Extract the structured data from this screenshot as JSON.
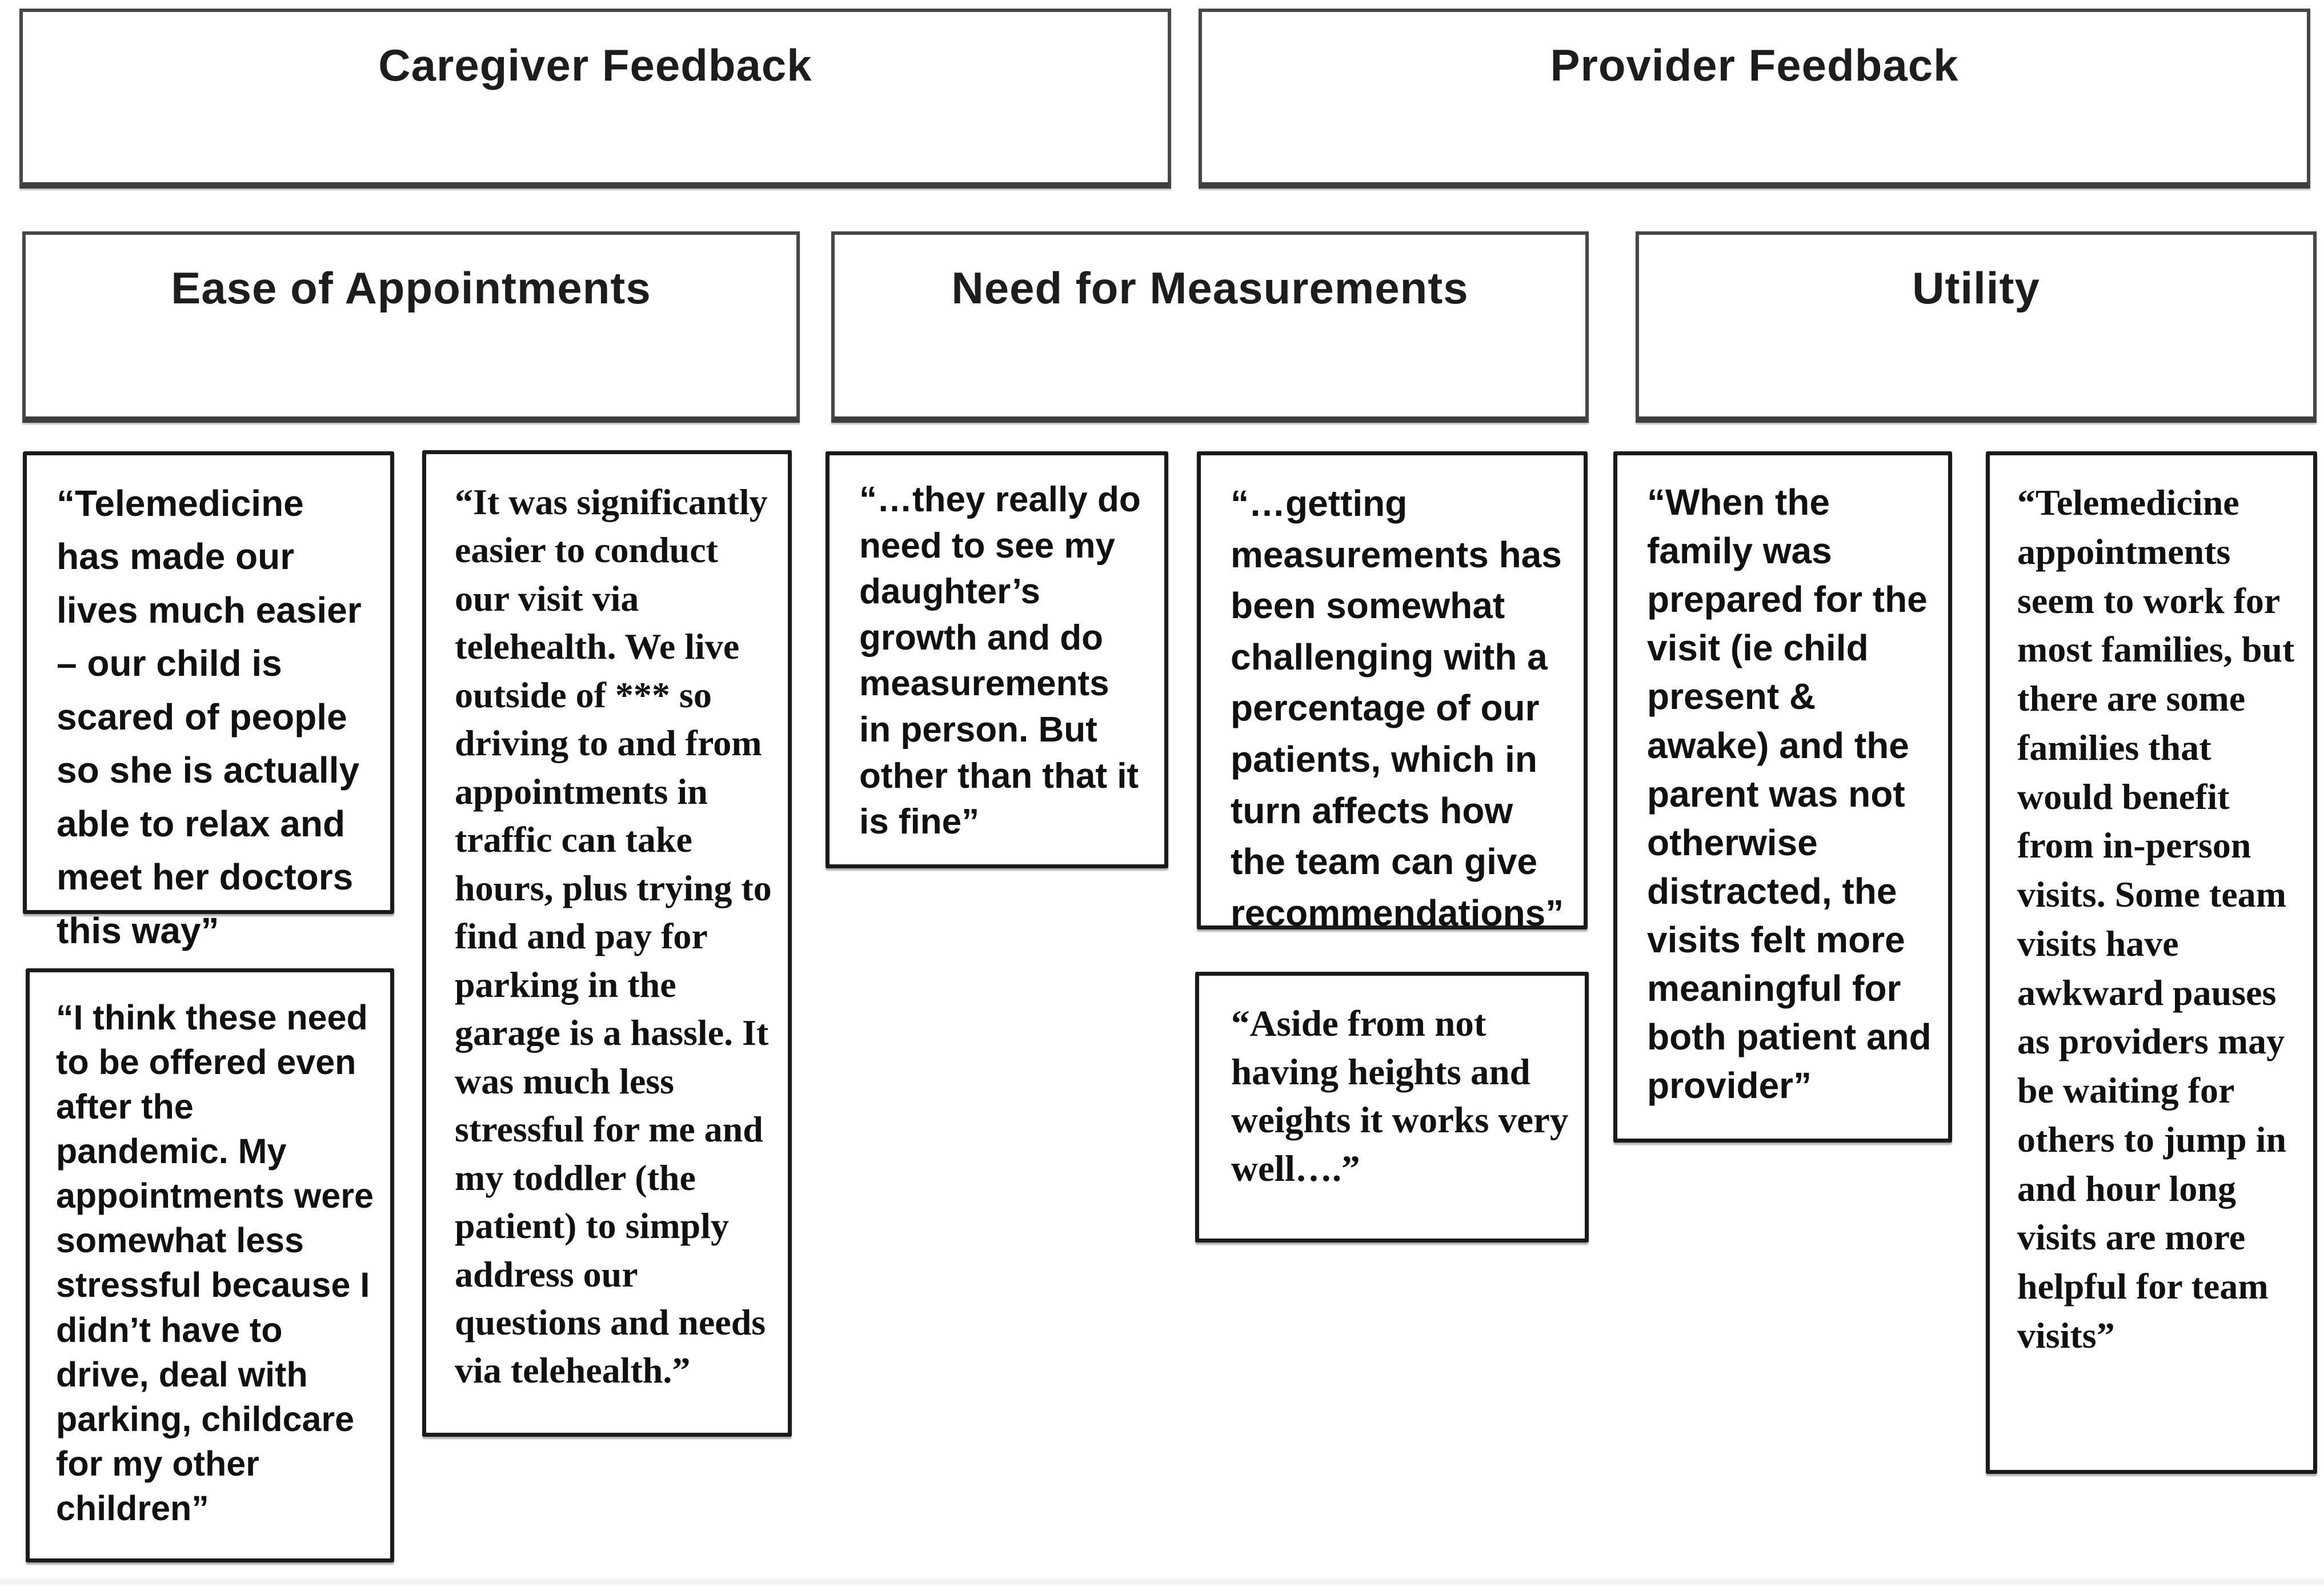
{
  "figure": {
    "kind": "qualitative-feedback-diagram",
    "background": "#ffffff"
  },
  "colors": {
    "quote_border": "#1b1b1b",
    "header_border": "#474747",
    "text": "#111111"
  },
  "headers": [
    {
      "id": "caregiver",
      "label": "Caregiver Feedback"
    },
    {
      "id": "provider",
      "label": "Provider Feedback"
    }
  ],
  "categories": [
    {
      "id": "ease",
      "label": "Ease of Appointments"
    },
    {
      "id": "need",
      "label": "Need for Measurements"
    },
    {
      "id": "utility",
      "label": "Utility"
    }
  ],
  "quotes": [
    {
      "group": "Caregiver Feedback",
      "category": "Ease of Appointments",
      "text": "“Telemedicine has made our lives much easier – our child is scared of people so she is actually able to relax and meet her doctors this way”"
    },
    {
      "group": "Caregiver Feedback",
      "category": "Ease of Appointments",
      "text": "“I think these need to be offered even after the pandemic. My appointments were somewhat less stressful because I didn’t have to drive, deal with parking, childcare for my other children”"
    },
    {
      "group": "Caregiver Feedback",
      "category": "Ease of Appointments",
      "text": "“It was significantly easier to conduct our visit via telehealth. We live outside of *** so driving to and from appointments in traffic can take hours, plus trying to find and pay for parking in the garage is a hassle. It was much less stressful for me and my toddler (the patient) to simply address our questions and needs via telehealth.”"
    },
    {
      "group": "Caregiver Feedback",
      "category": "Need for Measurements",
      "text": "“…they really do need to see my daughter’s growth and do measurements in person. But other than that it is fine”"
    },
    {
      "group": "Provider Feedback",
      "category": "Need for Measurements",
      "text": "“…getting measurements has been somewhat challenging with a percentage of our patients, which in turn affects how the team can give recommendations”"
    },
    {
      "group": "Provider Feedback",
      "category": "Need for Measurements",
      "text": "“Aside from not having heights and weights it works very well….”"
    },
    {
      "group": "Provider Feedback",
      "category": "Utility",
      "text": "“When the family was prepared for the visit (ie child present & awake) and the parent was not otherwise distracted, the visits felt more meaningful for both patient and provider”"
    },
    {
      "group": "Provider Feedback",
      "category": "Utility",
      "text": "“Telemedicine appointments seem to work for most families, but there are some families that would benefit from in-person visits. Some team visits have awkward pauses as providers may be waiting for others to jump in and hour long visits are more helpful for team visits”"
    }
  ]
}
